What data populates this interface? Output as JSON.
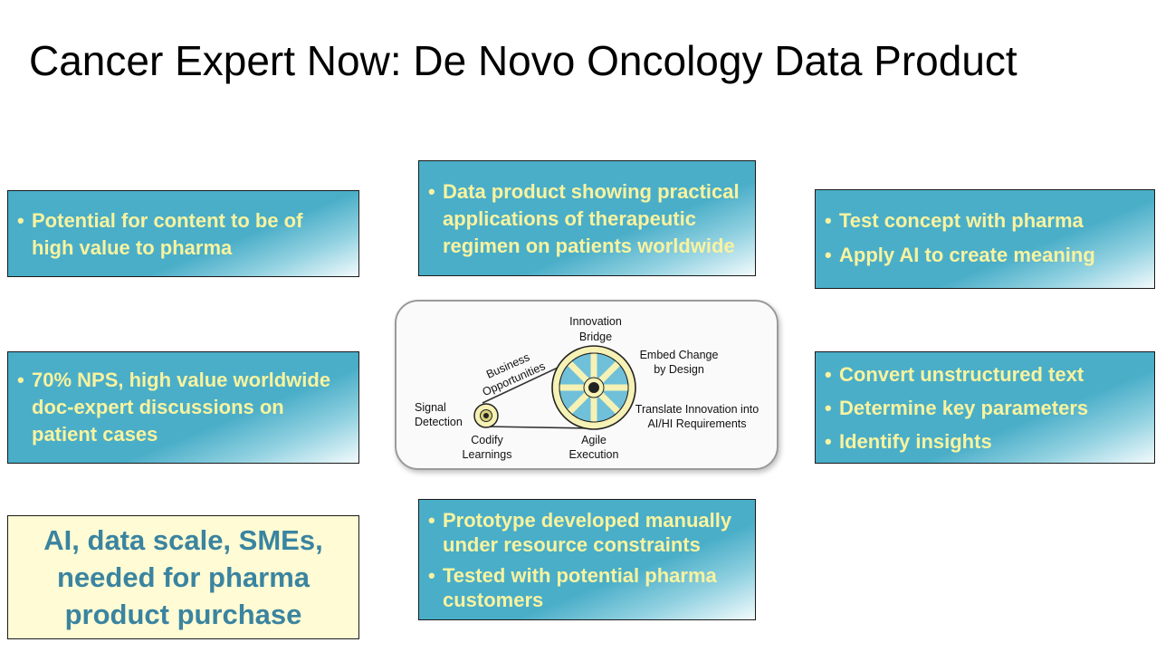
{
  "title": "Cancer Expert Now: De Novo Oncology Data Product",
  "boxes": {
    "top_left": {
      "items": [
        "Potential for content to be of high value to pharma"
      ]
    },
    "top_center": {
      "items": [
        "Data product showing practical applications of therapeutic regimen on patients worldwide"
      ]
    },
    "top_right": {
      "items": [
        "Test concept with pharma",
        "Apply AI to create meaning"
      ]
    },
    "mid_left": {
      "items": [
        "70% NPS, high value worldwide doc-expert discussions on patient cases"
      ]
    },
    "mid_right": {
      "items": [
        "Convert unstructured text",
        "Determine key parameters",
        "Identify insights"
      ]
    },
    "bottom_center": {
      "items": [
        "Prototype developed manually under resource constraints",
        "Tested with potential pharma customers"
      ]
    },
    "bottom_left": {
      "text": "AI, data scale, SMEs, needed for pharma product purchase"
    }
  },
  "diagram": {
    "innovation_bridge": [
      "Innovation",
      "Bridge"
    ],
    "business_opportunities": [
      "Business",
      "Opportunities"
    ],
    "embed_change": [
      "Embed Change",
      "by Design"
    ],
    "signal_detection": [
      "Signal",
      "Detection"
    ],
    "translate_innovation": [
      "Translate Innovation into",
      "AI/HI Requirements"
    ],
    "codify_learnings": [
      "Codify",
      "Learnings"
    ],
    "agile_execution": [
      "Agile",
      "Execution"
    ]
  },
  "colors": {
    "box_blue": "#4aaec8",
    "box_text_yellow": "#f8f3a0",
    "callout_bg": "#fffbd4",
    "callout_text": "#3a84a0",
    "wheel_fill": "#6fc0d8"
  }
}
